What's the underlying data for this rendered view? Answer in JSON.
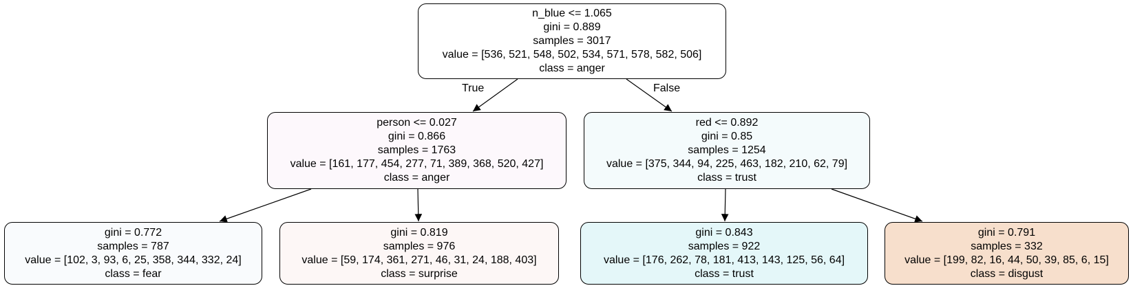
{
  "edge_labels": {
    "true": "True",
    "false": "False"
  },
  "nodes": {
    "root": {
      "fill": "#ffffff",
      "lines": [
        "n_blue <= 1.065",
        "gini = 0.889",
        "samples = 3017",
        "value = [536, 521, 548, 502, 534, 571, 578, 582, 506]",
        "class = anger"
      ]
    },
    "n1": {
      "fill": "#fdf8fc",
      "lines": [
        "person <= 0.027",
        "gini = 0.866",
        "samples = 1763",
        "value = [161, 177, 454, 277, 71, 389, 368, 520, 427]",
        "class = anger"
      ]
    },
    "n4": {
      "fill": "#f4fbfc",
      "lines": [
        "red <= 0.892",
        "gini = 0.85",
        "samples = 1254",
        "value = [375, 344, 94, 225, 463, 182, 210, 62, 79]",
        "class = trust"
      ]
    },
    "n2": {
      "fill": "#f9fbfd",
      "lines": [
        "gini = 0.772",
        "samples = 787",
        "value = [102, 3, 93, 6, 25, 358, 344, 332, 24]",
        "class = fear"
      ]
    },
    "n3": {
      "fill": "#fdf7f6",
      "lines": [
        "gini = 0.819",
        "samples = 976",
        "value = [59, 174, 361, 271, 46, 31, 24, 188, 403]",
        "class = surprise"
      ]
    },
    "n5": {
      "fill": "#e4f7f9",
      "lines": [
        "gini = 0.843",
        "samples = 922",
        "value = [176, 262, 78, 181, 413, 143, 125, 56, 64]",
        "class = trust"
      ]
    },
    "n6": {
      "fill": "#f7dfcc",
      "lines": [
        "gini = 0.791",
        "samples = 332",
        "value = [199, 82, 16, 44, 50, 39, 85, 6, 15]",
        "class = disgust"
      ]
    }
  }
}
